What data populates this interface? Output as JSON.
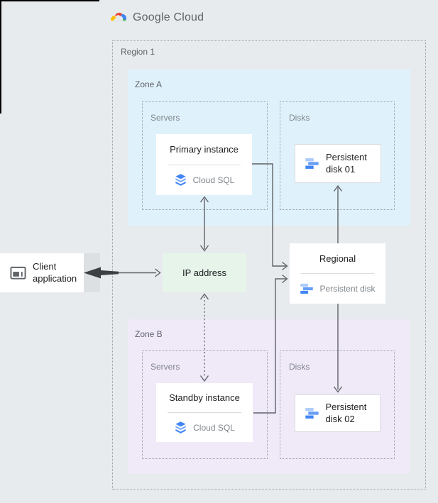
{
  "page": {
    "background": "#E8EBEE"
  },
  "logo": {
    "google": "Google",
    "cloud": "Cloud"
  },
  "region": {
    "label": "Region 1"
  },
  "zones": [
    {
      "label": "Zone A",
      "bg": "#DFF1FB",
      "servers_label": "Servers",
      "disks_label": "Disks",
      "instance": {
        "title": "Primary instance",
        "service": "Cloud SQL"
      },
      "disk": {
        "label": "Persistent disk 01"
      }
    },
    {
      "label": "Zone B",
      "bg": "#F0E9F8",
      "servers_label": "Servers",
      "disks_label": "Disks",
      "instance": {
        "title": "Standby instance",
        "service": "Cloud SQL"
      },
      "disk": {
        "label": "Persistent disk 02"
      }
    }
  ],
  "regional": {
    "title": "Regional",
    "service": "Persistent disk"
  },
  "ip": {
    "label": "IP address",
    "bg": "#E6F4EA"
  },
  "client": {
    "line1": "Client",
    "line2": "application"
  },
  "colors": {
    "arrow": "#5F6368",
    "arrow_bold": "#3C4043",
    "border_dotted": "#9AA0A6",
    "card_border": "#DADCE0",
    "text_dark": "#202124",
    "text_gray": "#80868B",
    "disk_icon_light": "#AECBFA",
    "disk_icon_mid": "#669DF6",
    "disk_icon_dark": "#4285F4",
    "sql_icon_top": "#4285F4",
    "sql_icon_mid": "#7BAAF7",
    "sql_icon_bottom": "#4285F4",
    "logo_red": "#EA4335",
    "logo_yellow": "#FBBC04",
    "logo_blue": "#4285F4",
    "logo_green": "#34A853"
  }
}
